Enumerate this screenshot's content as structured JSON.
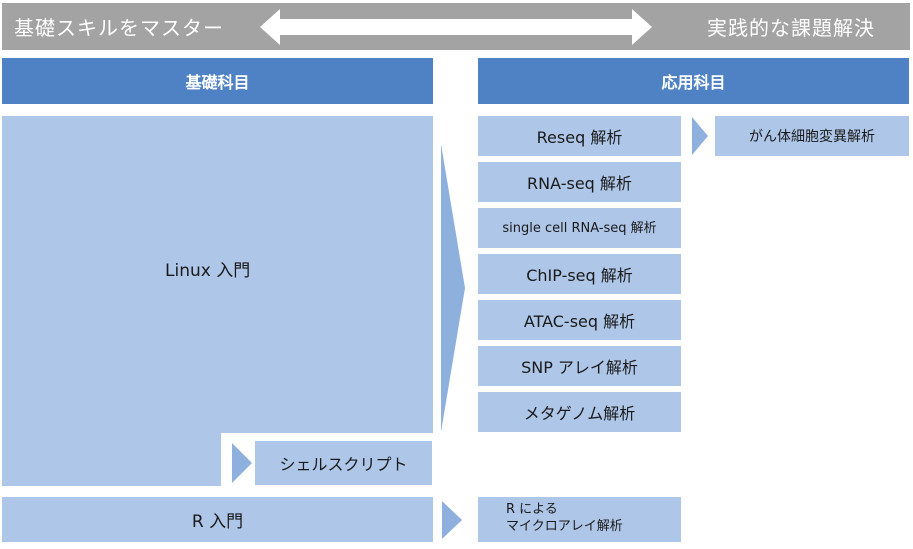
{
  "banner": {
    "left_label": "基礎スキルをマスター",
    "right_label": "実践的な課題解決"
  },
  "basic": {
    "header": "基礎科目",
    "linux": "Linux 入門",
    "shell": "シェルスクリプト",
    "r": "R 入門"
  },
  "applied": {
    "header": "応用科目",
    "items": [
      "Reseq 解析",
      "RNA-seq 解析",
      "single cell RNA-seq 解析",
      "ChIP-seq 解析",
      "ATAC-seq 解析",
      "SNP アレイ解析",
      "メタゲノム解析"
    ],
    "cancer": "がん体細胞変異解析",
    "r_microarray_line1": "R による",
    "r_microarray_line2": "マイクロアレイ解析"
  },
  "colors": {
    "banner_gray": "#a3a3a3",
    "header_blue": "#4e82c5",
    "box_blue": "#aec6e8",
    "arrow_blue": "#8eb0dd"
  }
}
